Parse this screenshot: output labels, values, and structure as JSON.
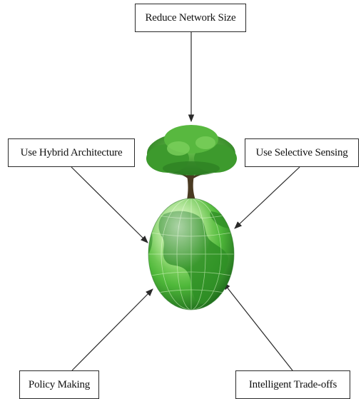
{
  "diagram": {
    "center_image": "green globe with tree on top",
    "nodes": {
      "top": "Reduce Network Size",
      "left": "Use Hybrid Architecture",
      "right": "Use Selective Sensing",
      "bottom_left": "Policy Making",
      "bottom_right": "Intelligent Trade-offs"
    }
  },
  "colors": {
    "globe_light": "#9ee07a",
    "globe_mid": "#4fb83a",
    "globe_dark": "#1f6e1c",
    "continent": "#2f8f26",
    "tree_leaf": "#3d9a2d",
    "tree_trunk": "#4a3a22",
    "arrow": "#2a2a2a"
  }
}
